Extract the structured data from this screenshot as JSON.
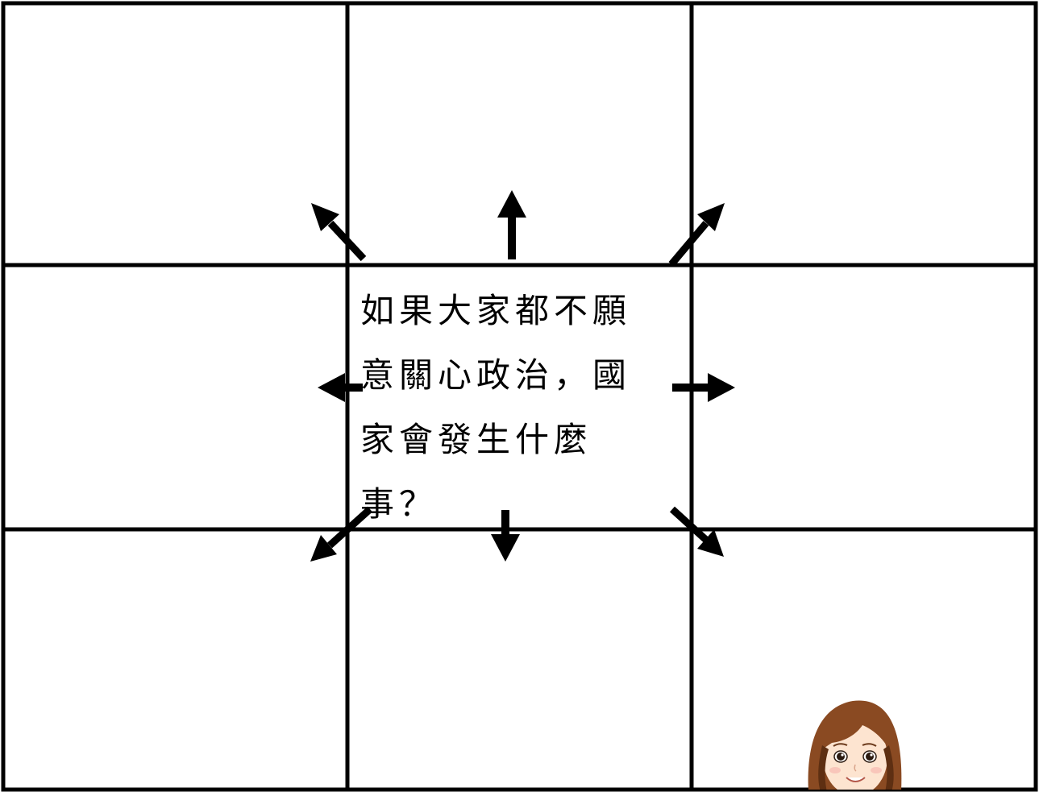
{
  "prompt": {
    "lines": [
      "如果大家都不願",
      "意關心政治，國",
      "家會發生什麼",
      "事？"
    ]
  },
  "grid": {
    "rows": 3,
    "cols": 3
  },
  "arrows": [
    "arrow-up-left",
    "arrow-up",
    "arrow-up-right",
    "arrow-left",
    "arrow-right",
    "arrow-down-left",
    "arrow-down",
    "arrow-down-right"
  ],
  "colors": {
    "line": "#000000",
    "background": "#ffffff",
    "hair": "#8a4a22",
    "hair_dark": "#5e2f12",
    "skin": "#fde4d0"
  }
}
